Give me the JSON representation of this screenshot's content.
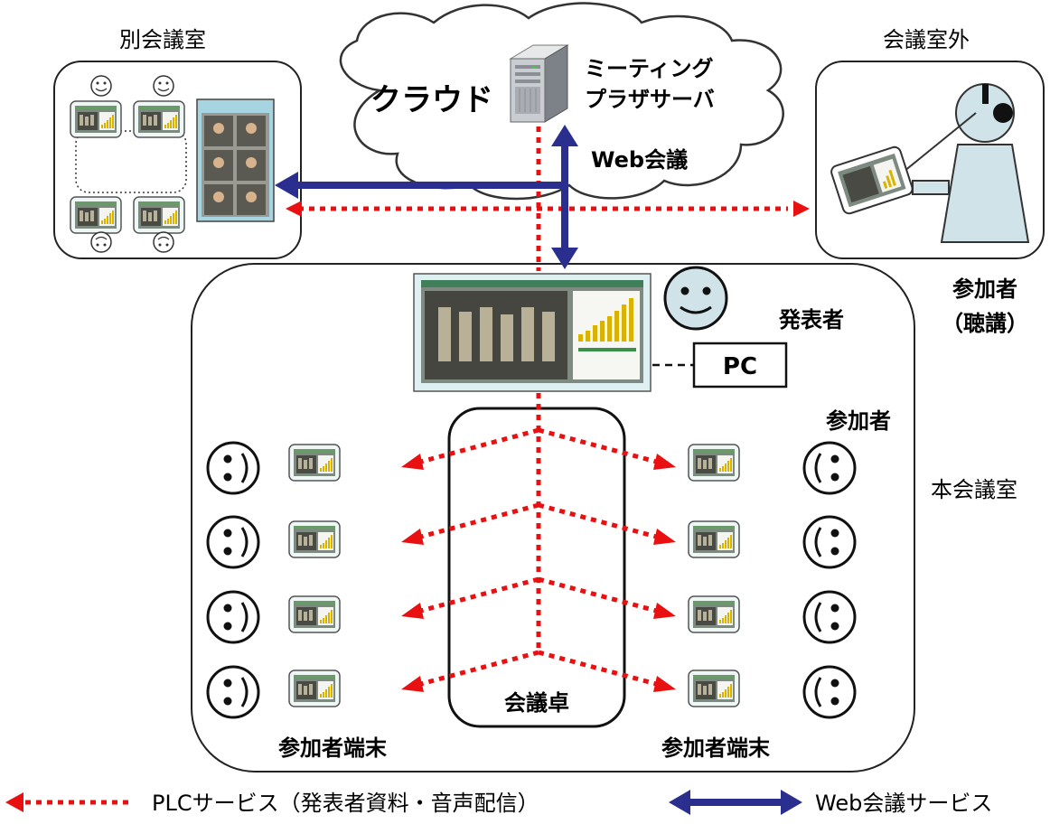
{
  "labels": {
    "separate_room": "別会議室",
    "outside_room": "会議室外",
    "cloud": "クラウド",
    "server_line1": "ミーティング",
    "server_line2": "プラザサーバ",
    "web_conference": "Web会議",
    "participant_listen_line1": "参加者",
    "participant_listen_line2": "（聴講）",
    "presenter": "発表者",
    "pc": "PC",
    "participant": "参加者",
    "main_room": "本会議室",
    "terminal_left": "参加者端末",
    "terminal_right": "参加者端末",
    "meeting_table": "会議卓"
  },
  "legend": {
    "plc": "PLCサービス（発表者資料・音声配信）",
    "web": "Web会議サービス"
  },
  "colors": {
    "plc_red": "#e81010",
    "web_blue": "#2a2f8f",
    "screen_frame": "#8fc3c8",
    "figure_fill": "#cfe3e8"
  }
}
